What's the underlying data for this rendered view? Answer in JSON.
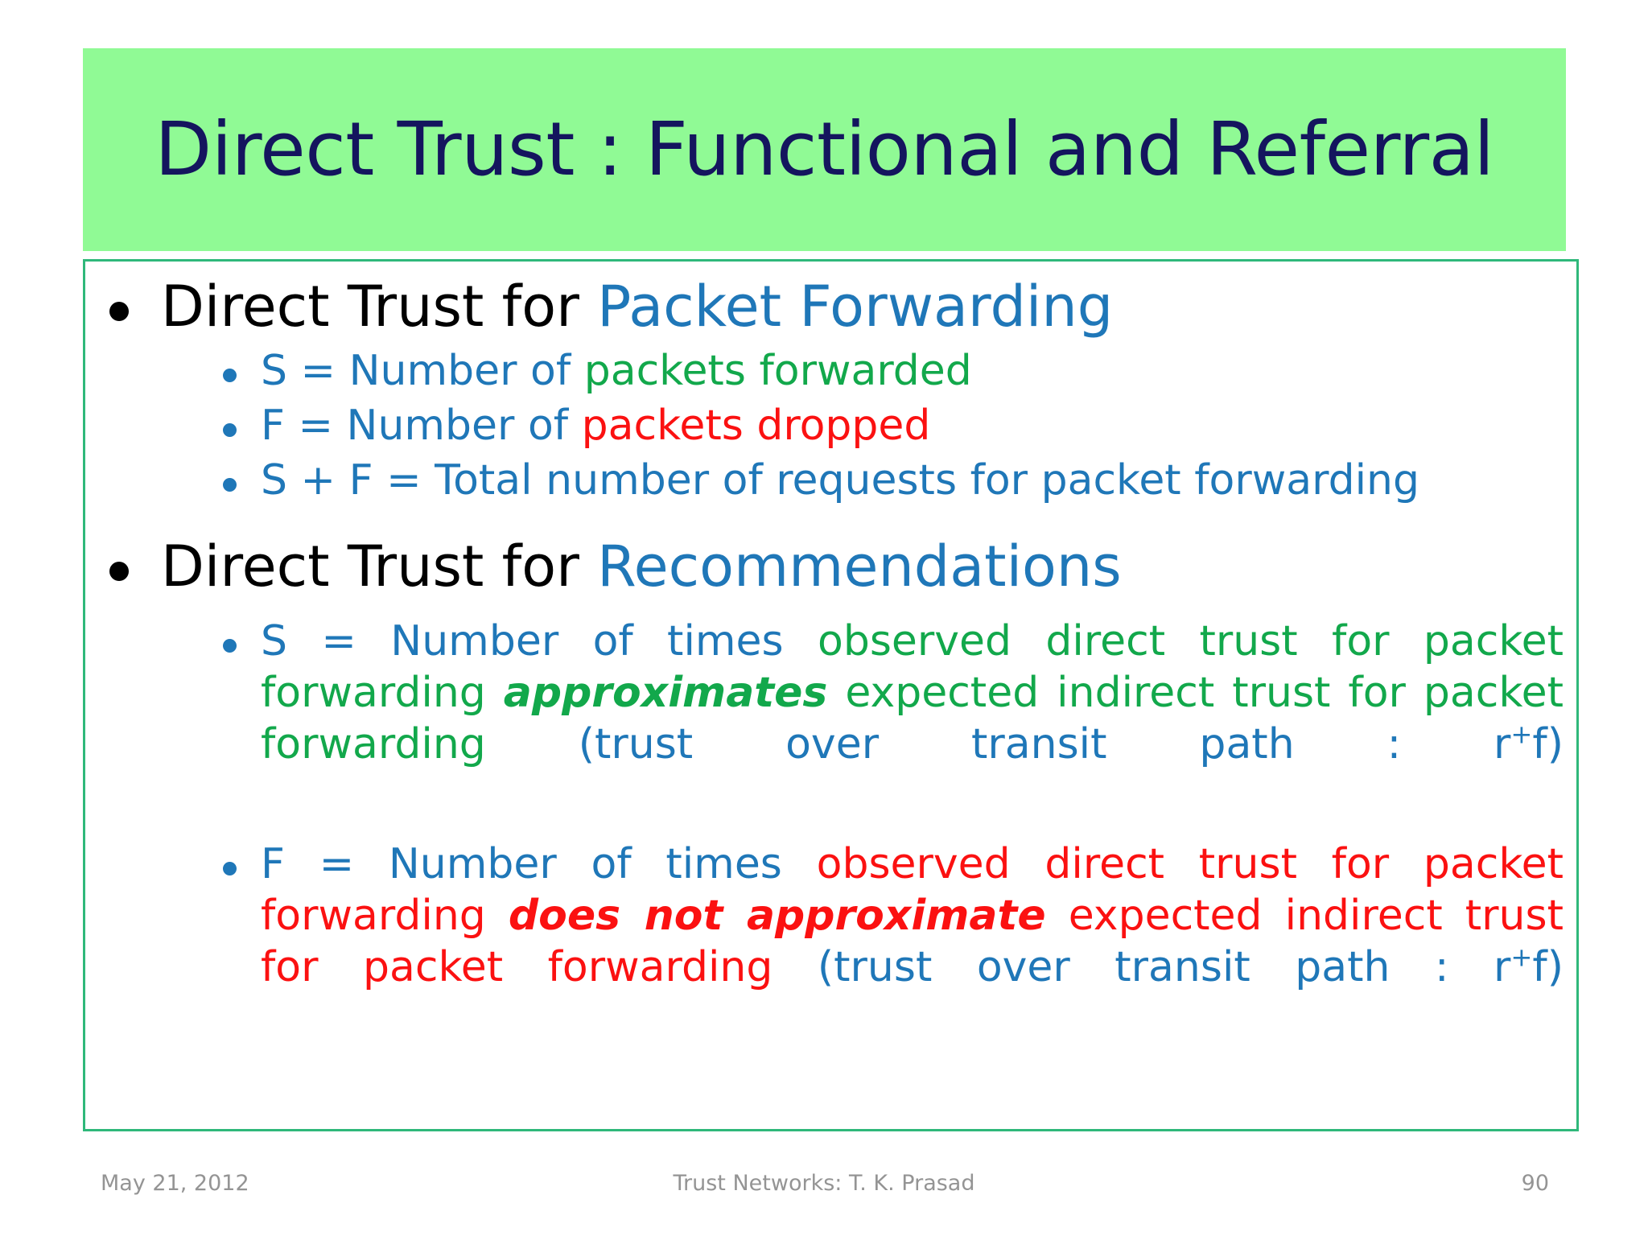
{
  "slide": {
    "title": "Direct Trust : Functional and Referral",
    "title_banner_color": "#90FA95",
    "title_text_color": "#14155E",
    "content_border_color": "#2FB87A",
    "accent_blue": "#1F77B8",
    "accent_green": "#12A84B",
    "accent_red": "#FB1111"
  },
  "bullets": {
    "b1": {
      "lead": "Direct Trust for ",
      "highlight": "Packet Forwarding",
      "sub": [
        {
          "blue": "S = Number of ",
          "colored": "packets forwarded",
          "color": "green"
        },
        {
          "blue": "F = Number of ",
          "colored": "packets dropped",
          "color": "red"
        },
        {
          "blue": "S + F = Total number of requests for packet forwarding",
          "colored": "",
          "color": "blue"
        }
      ]
    },
    "b2": {
      "lead": "Direct Trust for ",
      "highlight": "Recommendations",
      "sub": [
        {
          "blue": "S = Number of times ",
          "c1": "observed direct trust for packet forwarding ",
          "em": "approximates",
          "c2": " expected indirect trust for packet forwarding",
          "tail": " (trust over transit path : r",
          "sup": "+",
          "tail2": "f)",
          "color": "green"
        },
        {
          "blue": "F = Number of times ",
          "c1": "observed direct trust for packet forwarding ",
          "em": "does not approximate",
          "c2": " expected indirect trust for packet forwarding",
          "tail": " (trust over transit path : r",
          "sup": "+",
          "tail2": "f)",
          "color": "red"
        }
      ]
    }
  },
  "footer": {
    "date": "May 21, 2012",
    "center": "Trust Networks: T. K. Prasad",
    "page": "90"
  }
}
